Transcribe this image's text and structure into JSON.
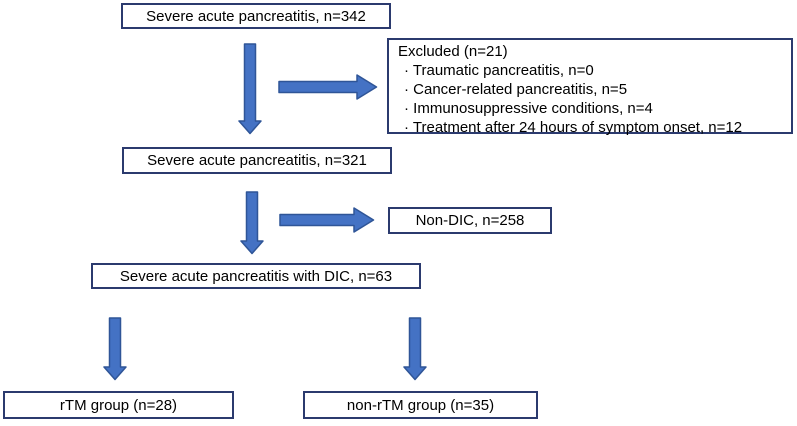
{
  "colors": {
    "arrow_fill": "#4472C4",
    "arrow_border": "#2F5597",
    "box_border": "#2B3A6E",
    "text": "#000000",
    "background": "#FFFFFF"
  },
  "boxes": {
    "total": {
      "label": "Severe acute pancreatitis, n=342"
    },
    "excluded": {
      "title": "Excluded (n=21)",
      "items": [
        "· Traumatic pancreatitis, n=0",
        "· Cancer-related pancreatitis, n=5",
        "· Immunosuppressive conditions, n=4",
        "· Treatment after 24 hours of symptom onset, n=12"
      ]
    },
    "eligible": {
      "label": "Severe acute pancreatitis, n=321"
    },
    "non_dic": {
      "label": "Non-DIC, n=258"
    },
    "dic": {
      "label": "Severe acute pancreatitis with DIC, n=63"
    },
    "rtm_group": {
      "label": "rTM group (n=28)"
    },
    "non_rtm_group": {
      "label": "non-rTM group (n=35)"
    }
  }
}
